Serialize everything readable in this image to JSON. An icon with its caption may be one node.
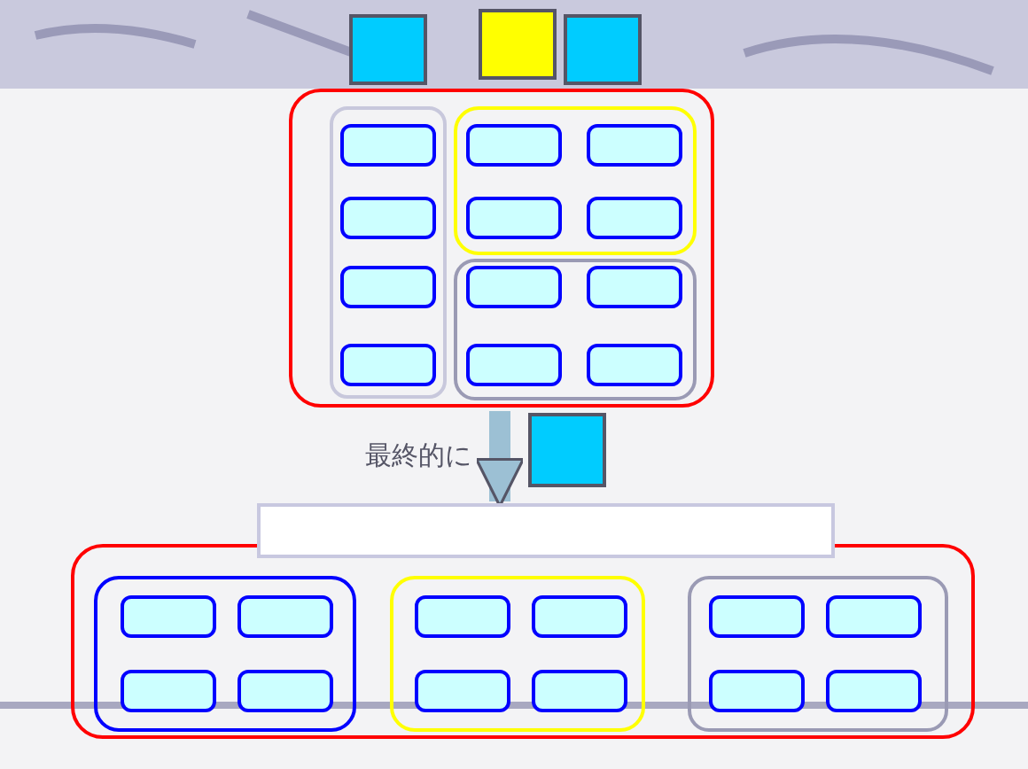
{
  "diagram": {
    "nodes": [
      {
        "text": [],
        "shape": "box"
      },
      {
        "text": [],
        "shape": "box"
      },
      {
        "text": [],
        "shape": "box"
      },
      {
        "text": [],
        "shape": "box"
      },
      {
        "text": [],
        "shape": "box",
        "in": 3
      },
      {
        "text": [],
        "shape": "box",
        "in": 4
      },
      {
        "text": [],
        "shape": "box",
        "in": 4
      },
      {
        "text": [],
        "shape": "box",
        "in": 4
      },
      {
        "text": [],
        "shape": "box",
        "in": 4
      },
      {
        "text": [],
        "shape": "box",
        "in": 3
      },
      {
        "text": [],
        "shape": "box",
        "in": 9
      },
      {
        "text": [],
        "shape": "box",
        "in": 9
      },
      {
        "text": [],
        "shape": "box",
        "in": 9
      },
      {
        "text": [],
        "shape": "box",
        "in": 9
      },
      {
        "text": [],
        "shape": "box",
        "in": 3
      },
      {
        "text": [],
        "shape": "box",
        "in": 14
      },
      {
        "text": [],
        "shape": "box",
        "in": 14
      },
      {
        "text": [],
        "shape": "box",
        "in": 14
      },
      {
        "text": [],
        "shape": "box",
        "in": 14
      },
      {
        "text": [],
        "shape": "box"
      },
      {
        "text": [],
        "shape": "box"
      },
      {
        "text": [],
        "shape": "box"
      },
      {
        "text": [],
        "shape": "box",
        "in": 21
      },
      {
        "text": [],
        "shape": "box",
        "in": 22
      },
      {
        "text": [],
        "shape": "box",
        "in": 22
      },
      {
        "text": [],
        "shape": "box",
        "in": 22
      },
      {
        "text": [],
        "shape": "box",
        "in": 22
      },
      {
        "text": [],
        "shape": "box",
        "in": 21
      },
      {
        "text": [],
        "shape": "box",
        "in": 27
      },
      {
        "text": [],
        "shape": "box",
        "in": 27
      },
      {
        "text": [],
        "shape": "box",
        "in": 27
      },
      {
        "text": [],
        "shape": "box",
        "in": 27
      },
      {
        "text": [],
        "shape": "box",
        "in": 21
      },
      {
        "text": [],
        "shape": "box",
        "in": 32
      },
      {
        "text": [],
        "shape": "box",
        "in": 32
      },
      {
        "text": [],
        "shape": "box",
        "in": 32
      },
      {
        "text": [],
        "shape": "box",
        "in": 32
      }
    ],
    "edges": [
      {
        "from": 3,
        "to": 20,
        "arrow": "to",
        "label": "最終的に"
      }
    ]
  }
}
